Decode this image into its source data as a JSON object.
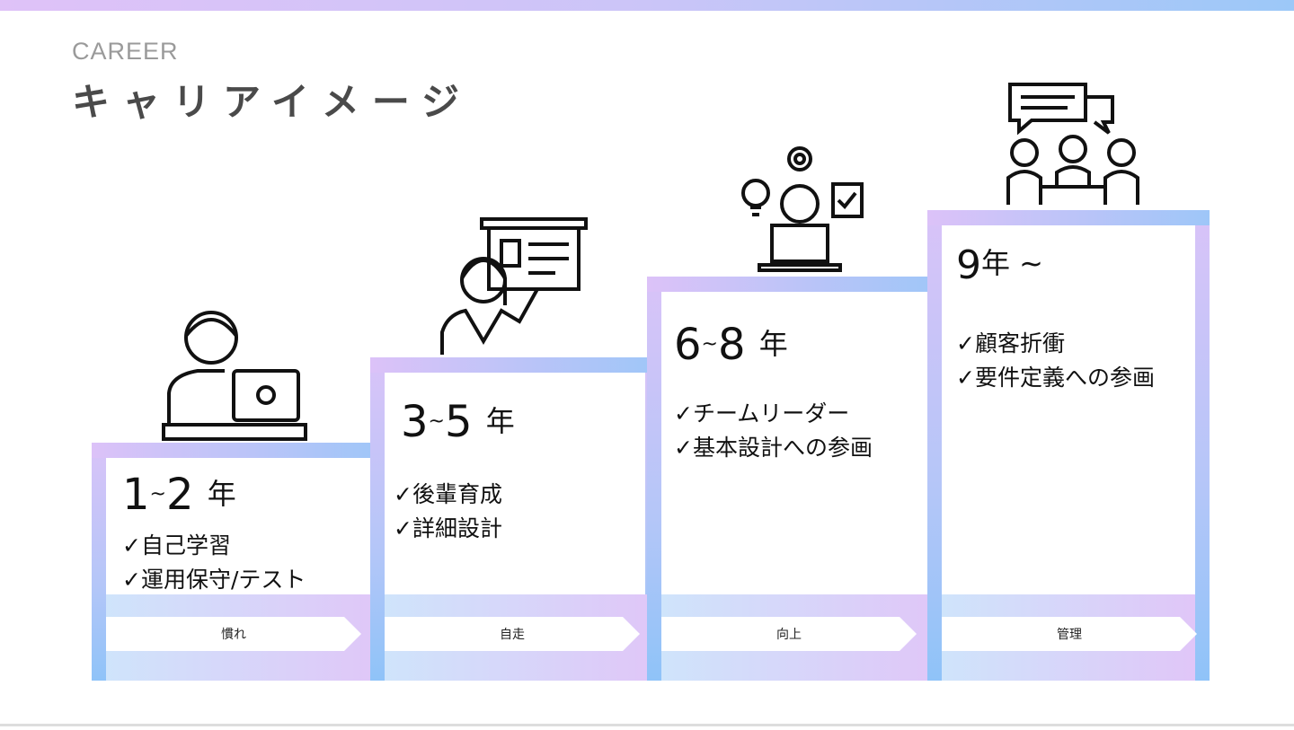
{
  "header": {
    "subtitle": "CAREER",
    "title": "キャリアイメージ"
  },
  "steps": [
    {
      "years_from": "1",
      "tilde": "~",
      "years_to": "2",
      "unit": "年",
      "items": [
        "✓自己学習",
        "✓運用保守/テスト"
      ],
      "stage": "慣れ",
      "icon": "person-laptop-icon"
    },
    {
      "years_from": "3",
      "tilde": "~",
      "years_to": "5",
      "unit": "年",
      "items": [
        "✓後輩育成",
        "✓詳細設計"
      ],
      "stage": "自走",
      "icon": "presenter-icon"
    },
    {
      "years_from": "6",
      "tilde": "~",
      "years_to": "8",
      "unit": "年",
      "items": [
        "✓チームリーダー",
        "✓基本設計への参画"
      ],
      "stage": "向上",
      "icon": "person-ideas-icon"
    },
    {
      "years_from": "9",
      "tilde": "",
      "years_to": "",
      "unit": "年 ~",
      "items": [
        "✓顧客折衝",
        "✓要件定義への参画"
      ],
      "stage": "管理",
      "icon": "meeting-icon"
    }
  ]
}
